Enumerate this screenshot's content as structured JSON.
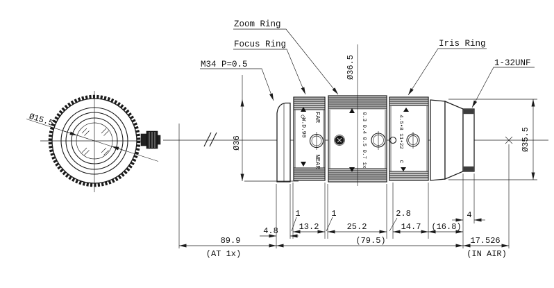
{
  "drawing": {
    "callouts": {
      "zoom_ring": "Zoom Ring",
      "focus_ring": "Focus Ring",
      "m34_thread": "M34 P=0.5",
      "iris_ring": "Iris Ring",
      "unf_thread": "1-32UNF"
    },
    "diameters": {
      "front_glass": "Ø15.5",
      "zoom_ring_od": "Ø36.5",
      "body_od": "Ø36",
      "rear_od": "Ø35.5"
    },
    "rings": {
      "focus_far": "FAR",
      "focus_near": "NEAR",
      "focus_wd": "W.D.90",
      "zoom_scale": "0.3  0.4  0.5  0.7  1x",
      "iris_scale": "4.5•8 11•22",
      "iris_closed": "C"
    },
    "dims": {
      "thread_len": "4.8",
      "gap1": "1",
      "focus_width": "13.2",
      "gap2": "1",
      "zoom_width": "25.2",
      "gap3": "2.8",
      "iris_width": "14.7",
      "rear_len": "(16.8)",
      "cmount_len": "4",
      "overall": "89.9",
      "overall_note": "(AT 1x)",
      "body_len": "(79.5)",
      "flange_focal": "17.526",
      "flange_note": "(IN AIR)"
    },
    "colors": {
      "line": "#1a1a1a",
      "background": "#ffffff",
      "knurl_fill": "#c9c9c9"
    }
  }
}
